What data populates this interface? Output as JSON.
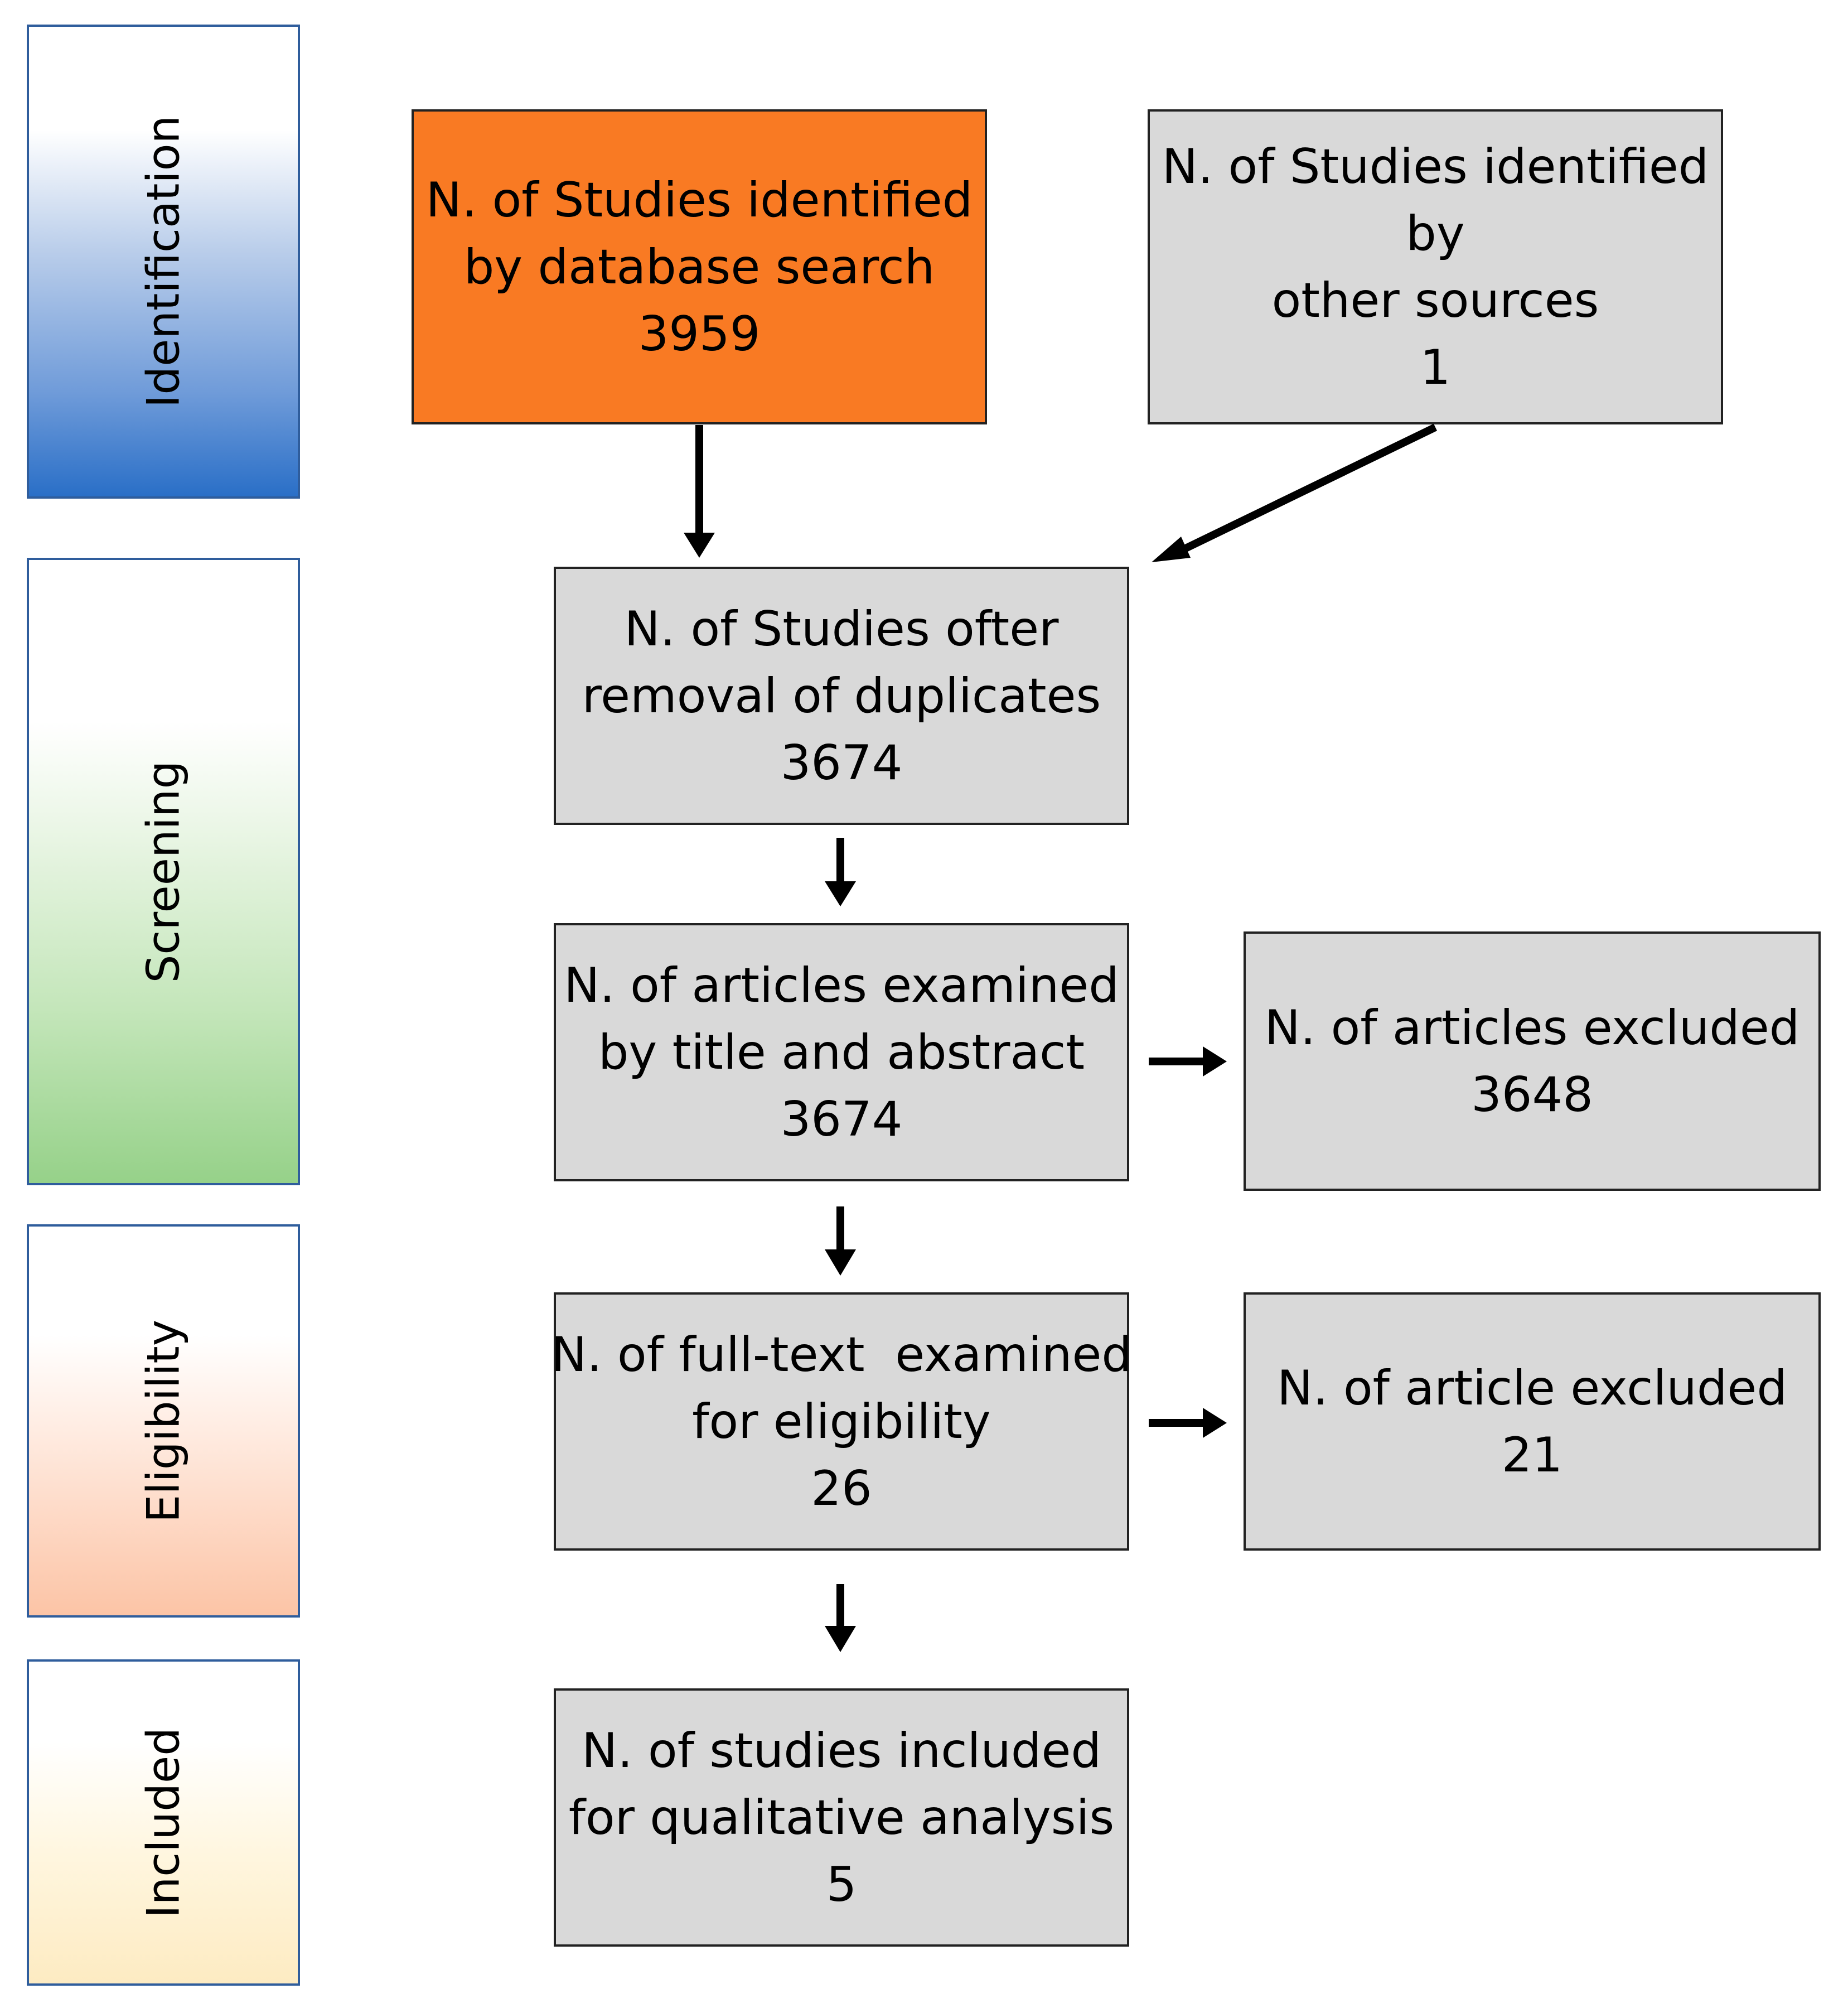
{
  "stages": {
    "identification": "Identification",
    "screening": "Screening",
    "eligibility": "Eligibility",
    "included": "Included"
  },
  "boxes": {
    "database_search": {
      "lines": [
        "N. of Studies identified",
        "by database search",
        "3959"
      ],
      "color": "#f97a23"
    },
    "other_sources": {
      "lines": [
        "N. of Studies identified",
        "by",
        "other sources",
        "1"
      ],
      "color": "#d9d9d9"
    },
    "after_duplicates": {
      "lines": [
        "N. of Studies ofter",
        "removal of duplicates",
        "3674"
      ],
      "color": "#d9d9d9"
    },
    "title_abstract": {
      "lines": [
        "N. of articles examined",
        "by title and abstract",
        "3674"
      ],
      "color": "#d9d9d9"
    },
    "excluded_screening": {
      "lines": [
        "N. of articles excluded",
        "3648"
      ],
      "color": "#d9d9d9"
    },
    "full_text": {
      "lines": [
        "N. of full-text  examined",
        "for eligibility",
        "26"
      ],
      "color": "#d9d9d9"
    },
    "excluded_eligibility": {
      "lines": [
        "N. of article excluded",
        "21"
      ],
      "color": "#d9d9d9"
    },
    "included_studies": {
      "lines": [
        "N. of studies included",
        "for qualitative analysis",
        "5"
      ],
      "color": "#d9d9d9"
    }
  }
}
